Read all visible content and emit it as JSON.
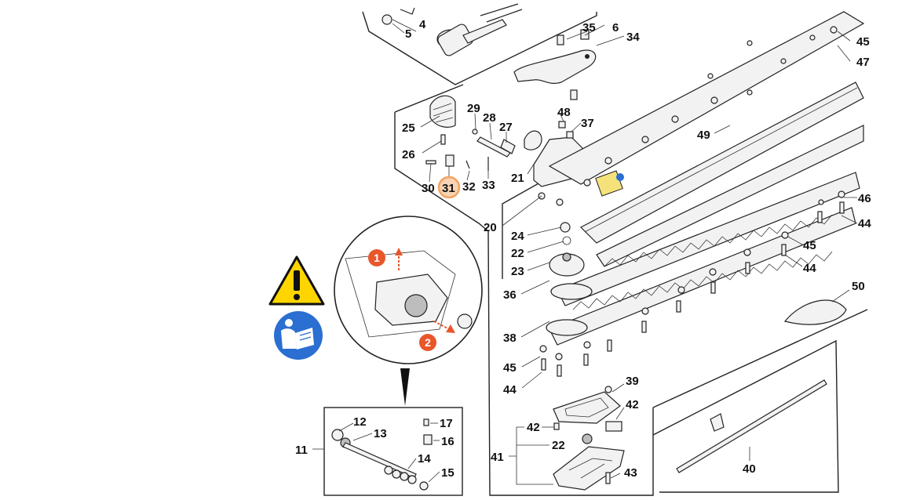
{
  "diagram": {
    "callouts": [
      "4",
      "5",
      "6",
      "35",
      "34",
      "45",
      "47",
      "25",
      "29",
      "28",
      "27",
      "48",
      "37",
      "26",
      "21",
      "49",
      "30",
      "31",
      "32",
      "33",
      "20",
      "46",
      "44",
      "24",
      "22",
      "23",
      "45",
      "44",
      "36",
      "50",
      "38",
      "45",
      "44",
      "39",
      "42",
      "11",
      "12",
      "13",
      "17",
      "16",
      "14",
      "15",
      "41",
      "42",
      "22",
      "43",
      "40"
    ],
    "highlighted_callout": "31",
    "inset_steps": [
      "1",
      "2"
    ],
    "highlight_color": "#f4a460",
    "step_color": "#e8562a",
    "warning_color": "#ffd500",
    "manual_icon_color": "#2a6fd1",
    "icons": [
      "warning-triangle-icon",
      "read-manual-icon"
    ]
  }
}
